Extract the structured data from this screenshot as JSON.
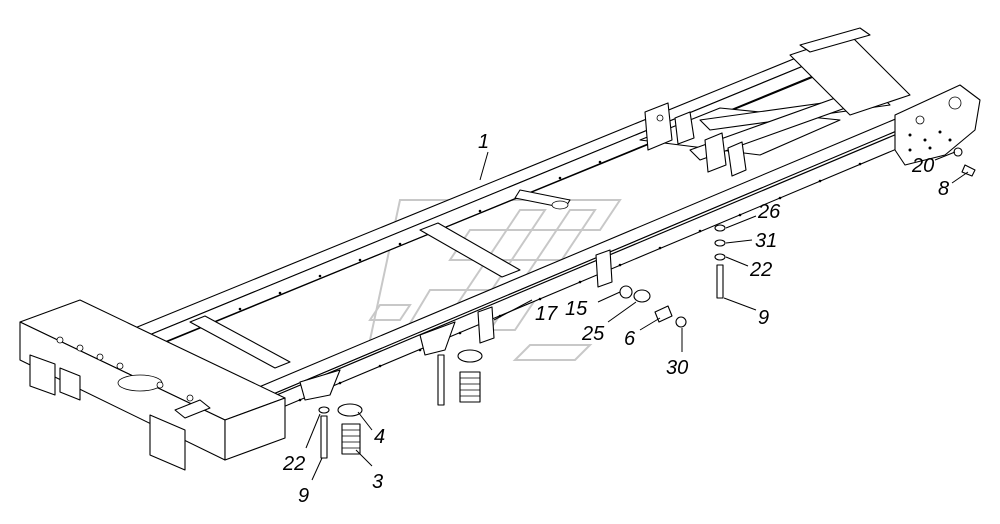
{
  "diagram": {
    "callouts": [
      {
        "label": "1"
      },
      {
        "label": "20"
      },
      {
        "label": "8"
      },
      {
        "label": "26"
      },
      {
        "label": "31"
      },
      {
        "label": "22"
      },
      {
        "label": "9"
      },
      {
        "label": "17"
      },
      {
        "label": "15"
      },
      {
        "label": "25"
      },
      {
        "label": "6"
      },
      {
        "label": "30"
      },
      {
        "label": "4"
      },
      {
        "label": "22"
      },
      {
        "label": "9"
      },
      {
        "label": "3"
      }
    ]
  }
}
